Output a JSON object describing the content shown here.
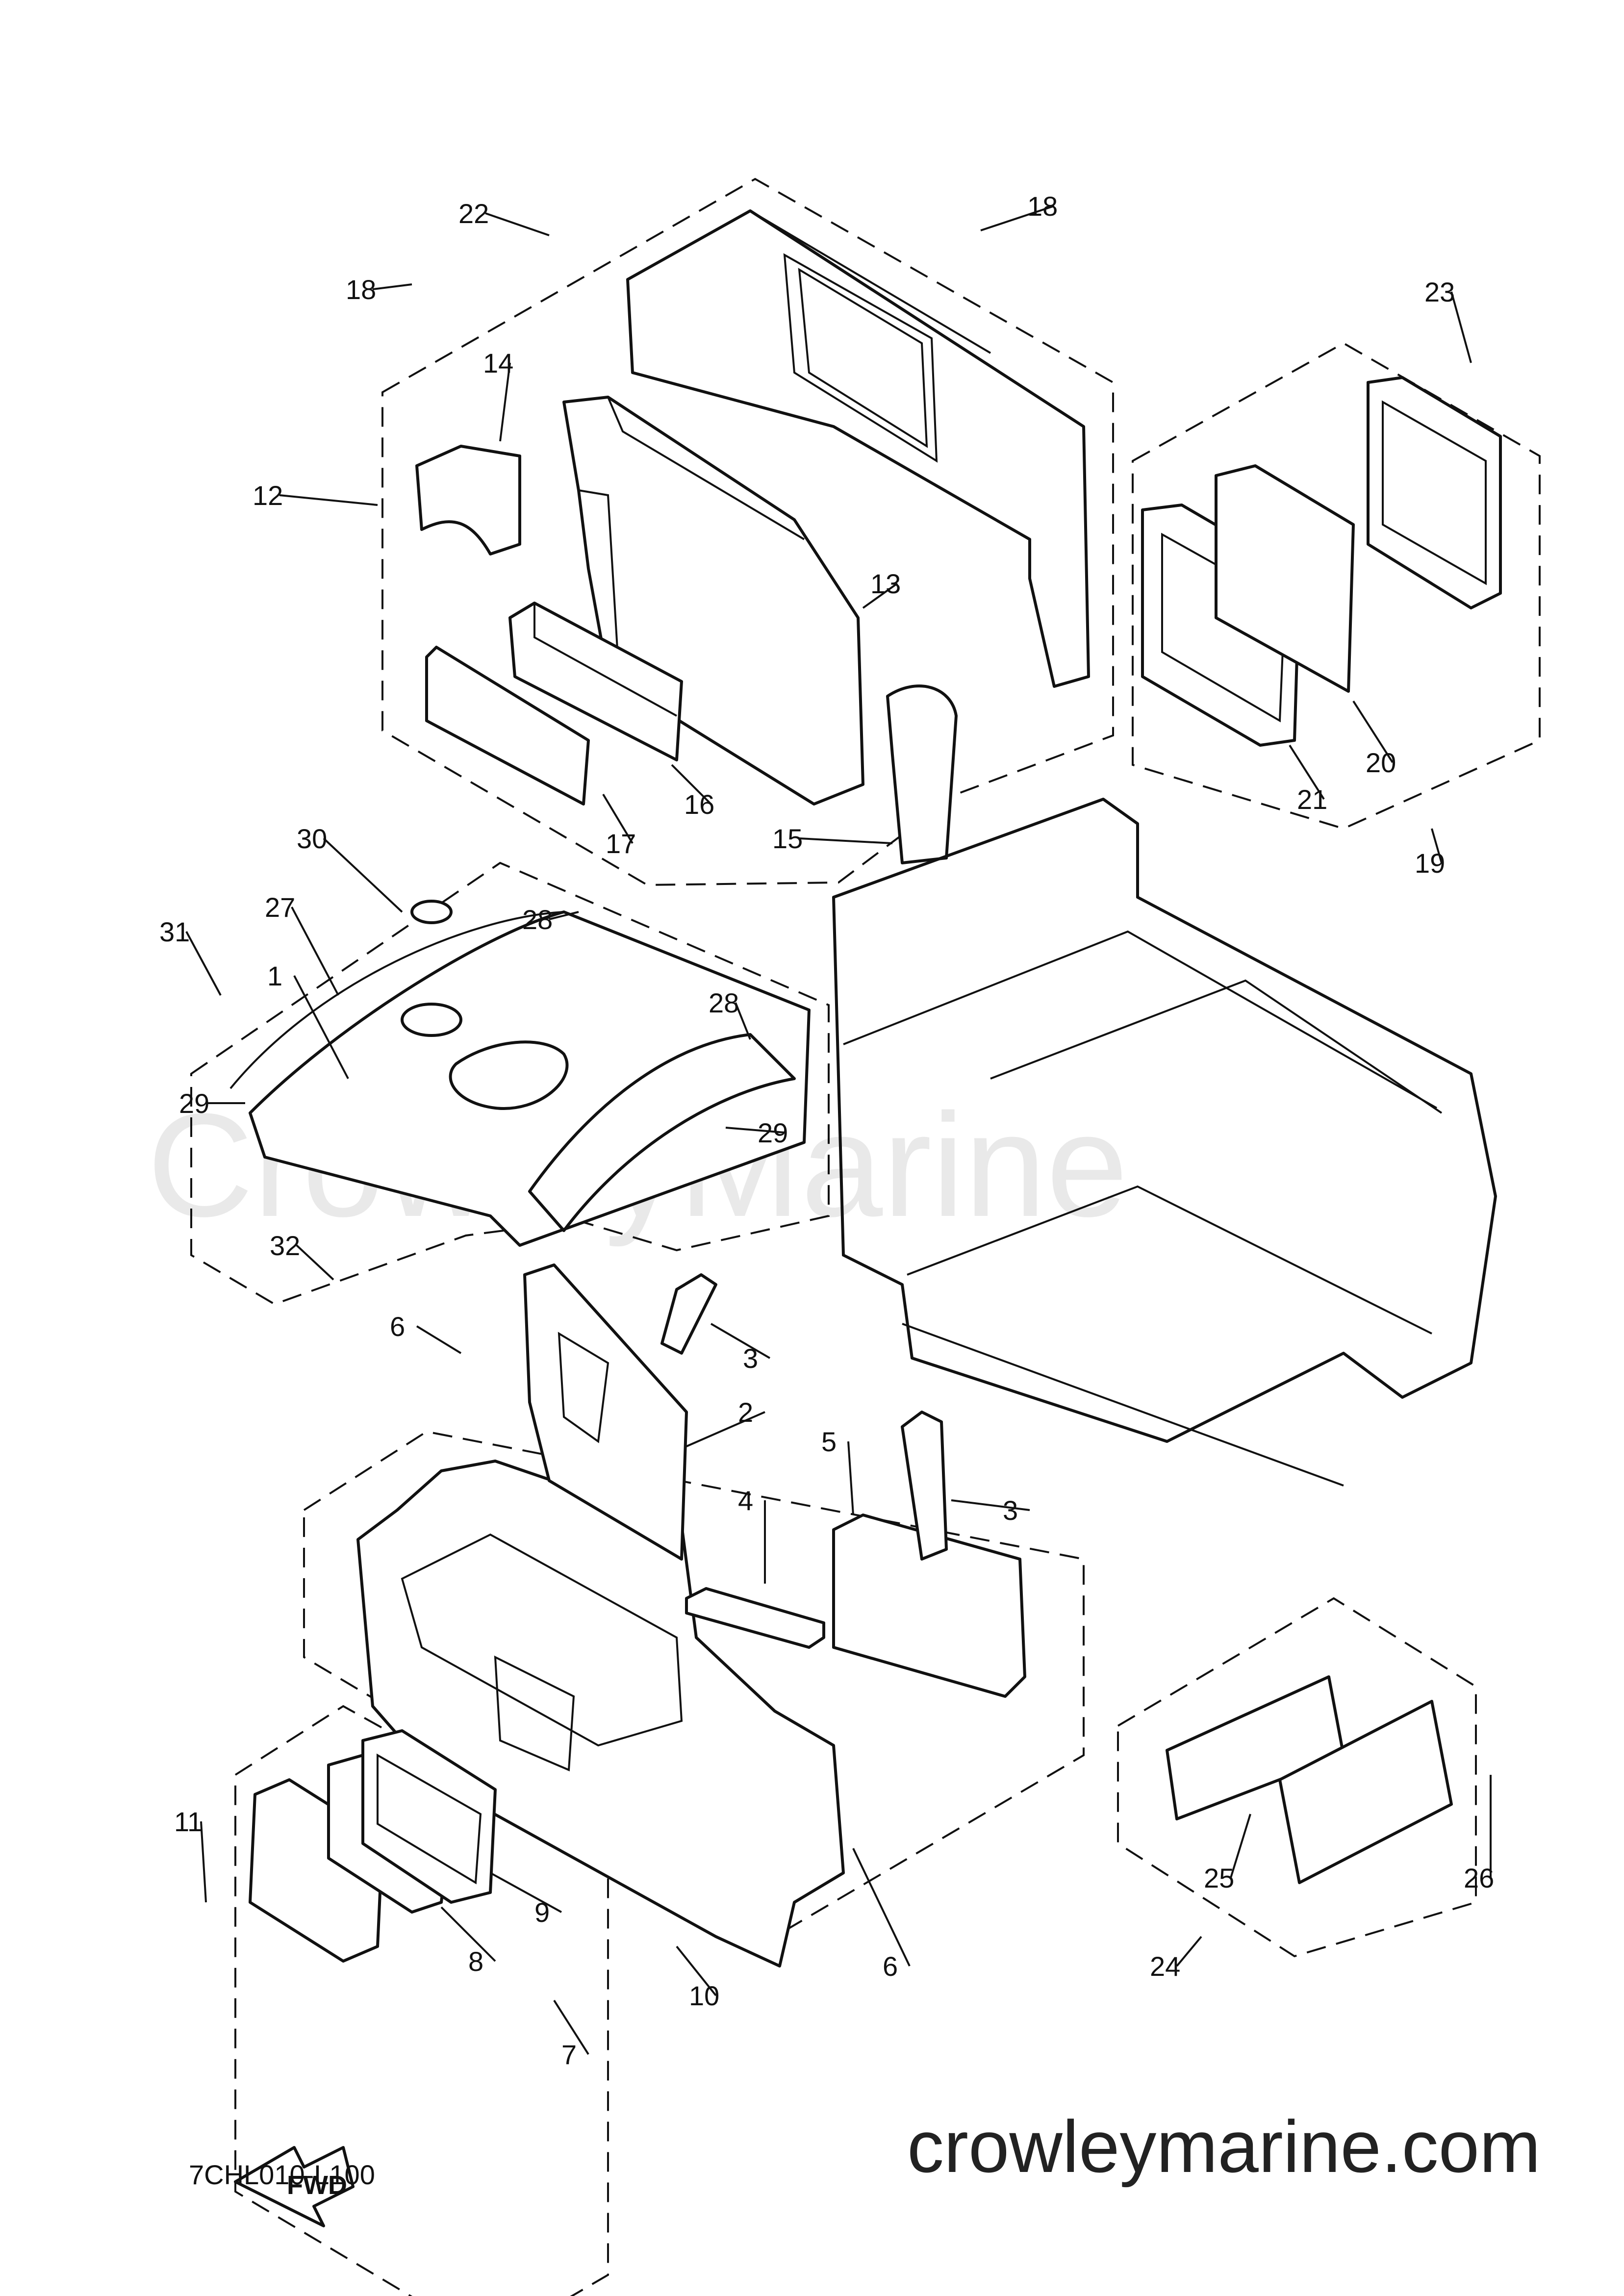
{
  "diagram": {
    "reference_code": "7CHL010-L100",
    "website": "crowleymarine.com",
    "watermark": "CrowleyMarine",
    "fwd_label": "FWD",
    "callouts": [
      "1",
      "2",
      "3",
      "3",
      "4",
      "5",
      "6",
      "6",
      "7",
      "8",
      "9",
      "10",
      "11",
      "12",
      "13",
      "14",
      "15",
      "16",
      "17",
      "18",
      "18",
      "19",
      "20",
      "21",
      "22",
      "23",
      "24",
      "25",
      "26",
      "27",
      "28",
      "28",
      "29",
      "29",
      "30",
      "31",
      "32"
    ]
  }
}
